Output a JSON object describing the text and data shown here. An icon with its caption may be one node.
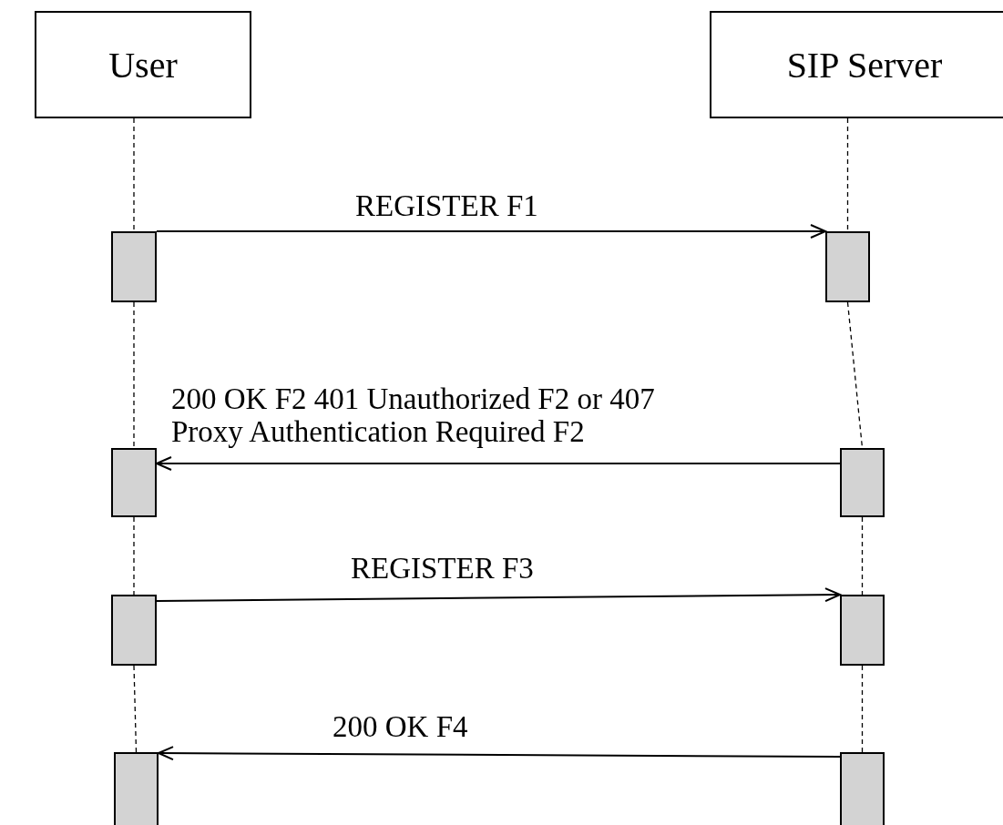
{
  "diagram": {
    "nodes": [
      {
        "text": [
          "User"
        ]
      },
      {
        "text": [
          "SIP Server"
        ]
      },
      {
        "text": [],
        "shape": "bar"
      },
      {
        "text": [],
        "shape": "bar"
      },
      {
        "text": [],
        "shape": "bar"
      },
      {
        "text": [],
        "shape": "bar"
      },
      {
        "text": [],
        "shape": "bar"
      },
      {
        "text": [],
        "shape": "bar"
      },
      {
        "text": [],
        "shape": "bar"
      },
      {
        "text": [],
        "shape": "bar"
      }
    ],
    "edges": [
      {
        "from": 0,
        "to": 2,
        "arrow": "none",
        "style": "dashed"
      },
      {
        "from": 1,
        "to": 3,
        "arrow": "none",
        "style": "dashed"
      },
      {
        "from": 2,
        "to": 3,
        "arrow": "to",
        "label": "REGISTER F1"
      },
      {
        "from": 2,
        "to": 4,
        "arrow": "none",
        "style": "dashed"
      },
      {
        "from": 3,
        "to": 5,
        "arrow": "none",
        "style": "dashed"
      },
      {
        "from": 5,
        "to": 4,
        "arrow": "to",
        "label": "200 OK F2 401 Unauthorized F2 or 407 Proxy Authentication Required F2"
      },
      {
        "from": 4,
        "to": 6,
        "arrow": "none",
        "style": "dashed"
      },
      {
        "from": 5,
        "to": 7,
        "arrow": "none",
        "style": "dashed"
      },
      {
        "from": 6,
        "to": 7,
        "arrow": "to",
        "label": "REGISTER F3"
      },
      {
        "from": 6,
        "to": 8,
        "arrow": "none",
        "style": "dashed"
      },
      {
        "from": 7,
        "to": 9,
        "arrow": "none",
        "style": "dashed"
      },
      {
        "from": 9,
        "to": 8,
        "arrow": "to",
        "label": "200 OK F4"
      }
    ]
  }
}
